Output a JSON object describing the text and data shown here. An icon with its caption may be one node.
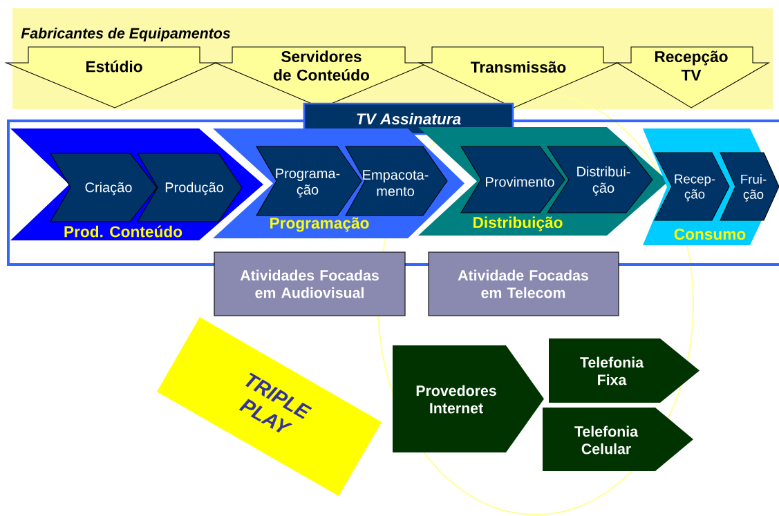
{
  "diagram": {
    "nodes": [
      {
        "text": [
          "Fabricantes de Equipamentos"
        ]
      },
      {
        "text": [
          "Estúdio"
        ],
        "in": 0
      },
      {
        "text": [
          "Servidores de Conteúdo"
        ],
        "in": 0
      },
      {
        "text": [
          "Transmissão"
        ],
        "in": 0
      },
      {
        "text": [
          "Recepção TV"
        ],
        "in": 0
      },
      {
        "text": [
          "TV Assinatura"
        ]
      },
      {
        "text": [
          "Prod. Conteúdo"
        ],
        "in": 5
      },
      {
        "text": [
          "Criação"
        ],
        "in": 6
      },
      {
        "text": [
          "Produção"
        ],
        "in": 6
      },
      {
        "text": [
          "Programação"
        ],
        "in": 5
      },
      {
        "text": [
          "Programa- ção"
        ],
        "in": 9
      },
      {
        "text": [
          "Empacota- mento"
        ],
        "in": 9
      },
      {
        "text": [
          "Distribuição"
        ],
        "in": 5
      },
      {
        "text": [
          "Provimento"
        ],
        "in": 12
      },
      {
        "text": [
          "Distribui- ção"
        ],
        "in": 12
      },
      {
        "text": [
          "Consumo"
        ],
        "in": 5
      },
      {
        "text": [
          "Recep- ção"
        ],
        "in": 15
      },
      {
        "text": [
          "Frui- ção"
        ],
        "in": 15
      },
      {
        "text": [
          "Atividades Focadas em Audiovisual"
        ]
      },
      {
        "text": [
          "Atividade Focadas em Telecom"
        ]
      },
      {
        "text": [
          "TRIPLE PLAY"
        ]
      },
      {
        "text": [
          "Provedores Internet"
        ]
      },
      {
        "text": [
          "Telefonia Fixa"
        ]
      },
      {
        "text": [
          "Telefonia Celular"
        ]
      }
    ]
  }
}
